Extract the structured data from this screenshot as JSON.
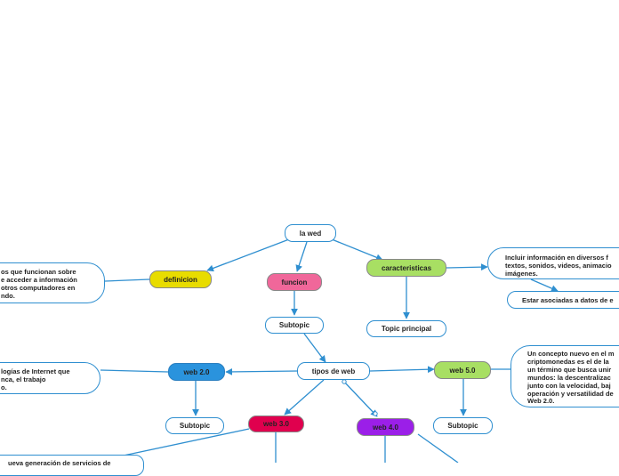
{
  "nodes": {
    "la_wed": "la wed",
    "definicion": "definicion",
    "funcion": "funcion",
    "caracteristicas": "caracteristicas",
    "subtopic_funcion": "Subtopic",
    "topic_principal": "Topic principal",
    "tipos_de_web": "tipos de web",
    "web_2": "web 2.0",
    "web_3": "web 3.0",
    "web_4": "web 4.0",
    "web_5": "web 5.0",
    "subtopic_web2": "Subtopic",
    "subtopic_web5": "Subtopic"
  },
  "notes": {
    "definicion_text": [
      "os que funcionan sobre",
      "e acceder a información",
      "otros computadores en",
      "ndo."
    ],
    "caracteristicas_text_1": [
      "Incluir información en diversos f",
      "textos, sonidos, videos, animacio",
      "imágenes."
    ],
    "caracteristicas_text_2": [
      "Estar asociadas a datos de e"
    ],
    "web2_text": [
      "logías de Internet que",
      "nca, el trabajo",
      "o."
    ],
    "web5_text": [
      "Un concepto nuevo en el m",
      "criptomonedas es el de la",
      "un término que busca unir",
      "mundos: la descentralizac",
      "junto con la velocidad, baj",
      "operación y versatilidad de",
      "Web 2.0."
    ],
    "web3_text": [
      "ueva generación de servicios de"
    ]
  },
  "colors": {
    "line": "#2f8fd0",
    "definicion": "#e8dc00",
    "funcion": "#f0679a",
    "caracteristicas": "#a8df63",
    "web_2": "#2a93dd",
    "web_3": "#e0004e",
    "web_4": "#9b1fe8",
    "web_5": "#a8df63"
  }
}
